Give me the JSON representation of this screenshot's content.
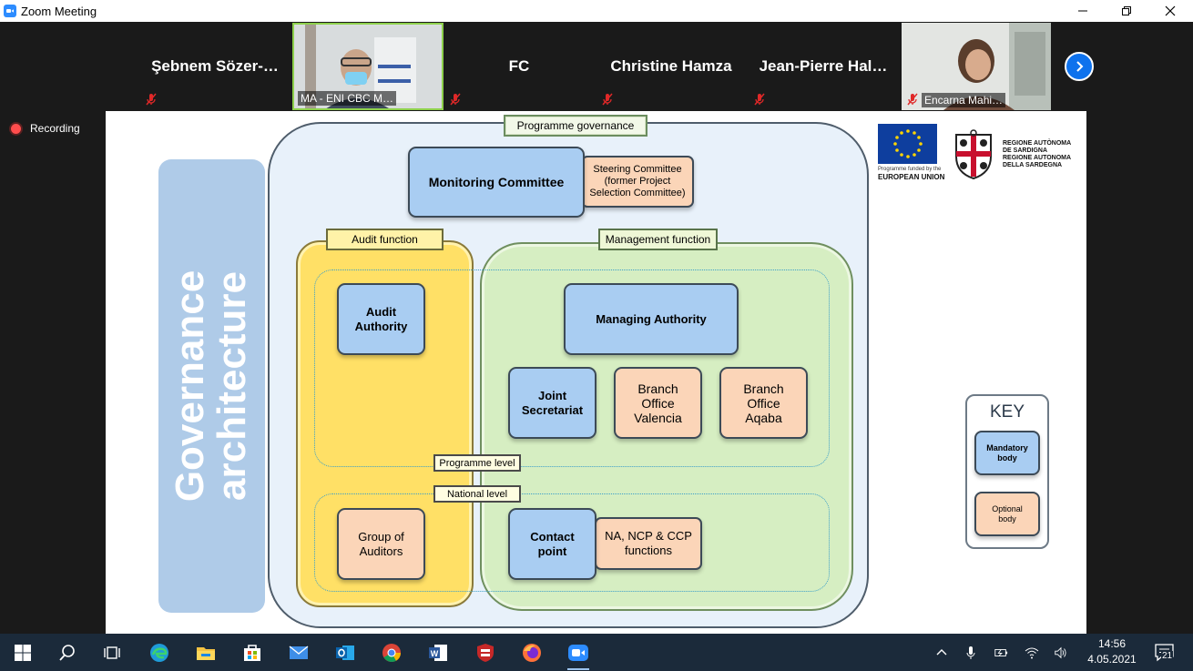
{
  "window": {
    "title": "Zoom Meeting",
    "app_icon": "zoom-camera-icon",
    "controls": [
      "minimize-icon",
      "restore-icon",
      "close-icon"
    ]
  },
  "participants": [
    {
      "name": "Şebnem  Sözer-…",
      "video": false,
      "muted": true
    },
    {
      "name": "MA - ENI CBC M…",
      "video": true,
      "muted": false,
      "active_speaker": true
    },
    {
      "name": "FC",
      "video": false,
      "muted": true
    },
    {
      "name": "Christine Hamza",
      "video": false,
      "muted": true
    },
    {
      "name": "Jean-Pierre  Hal…",
      "video": false,
      "muted": true
    },
    {
      "name": "Encarna Mahi…",
      "video": true,
      "muted": true
    }
  ],
  "recording": {
    "label": "Recording",
    "color": "#ff4d4d"
  },
  "slide": {
    "side_title_line1": "Governance",
    "side_title_line2": "architecture",
    "programme_governance": "Programme governance",
    "monitoring_committee": "Monitoring Committee",
    "steering_committee": "Steering Committee\n(former Project\nSelection Committee)",
    "audit_function": "Audit function",
    "management_function": "Management function",
    "audit_authority": "Audit\nAuthority",
    "managing_authority": "Managing Authority",
    "joint_secretariat": "Joint\nSecretariat",
    "branch_valencia": "Branch\nOffice\nValencia",
    "branch_aqaba": "Branch\nOffice\nAqaba",
    "programme_level": "Programme level",
    "national_level": "National level",
    "group_of_auditors": "Group of\nAuditors",
    "contact_point": "Contact\npoint",
    "na_ncp_ccp": "NA, NCP & CCP\nfunctions",
    "key_title": "KEY",
    "key_mandatory": "Mandatory\nbody",
    "key_optional": "Optional\nbody",
    "eu_caption_small": "Programme funded by the",
    "eu_caption_big": "EUROPEAN UNION",
    "sardinia_text": "REGIONE AUTÒNOMA\nDE SARDIGNA\nREGIONE AUTONOMA\nDELLA SARDEGNA",
    "colors": {
      "mandatory": "#a9cdf2",
      "optional": "#fbd5b8",
      "audit": "#ffe066",
      "management": "#d6eec2",
      "side_panel": "#afcbe8"
    }
  },
  "taskbar": {
    "apps": [
      "windows-start-icon",
      "search-icon",
      "task-view-icon",
      "edge-icon",
      "file-explorer-icon",
      "store-icon",
      "mail-icon",
      "outlook-icon",
      "chrome-icon",
      "word-icon",
      "security-shield-icon",
      "firefox-icon",
      "zoom-icon"
    ],
    "active_app": "zoom-icon",
    "time": "14:56",
    "date": "4.05.2021",
    "notification_count": "21"
  }
}
